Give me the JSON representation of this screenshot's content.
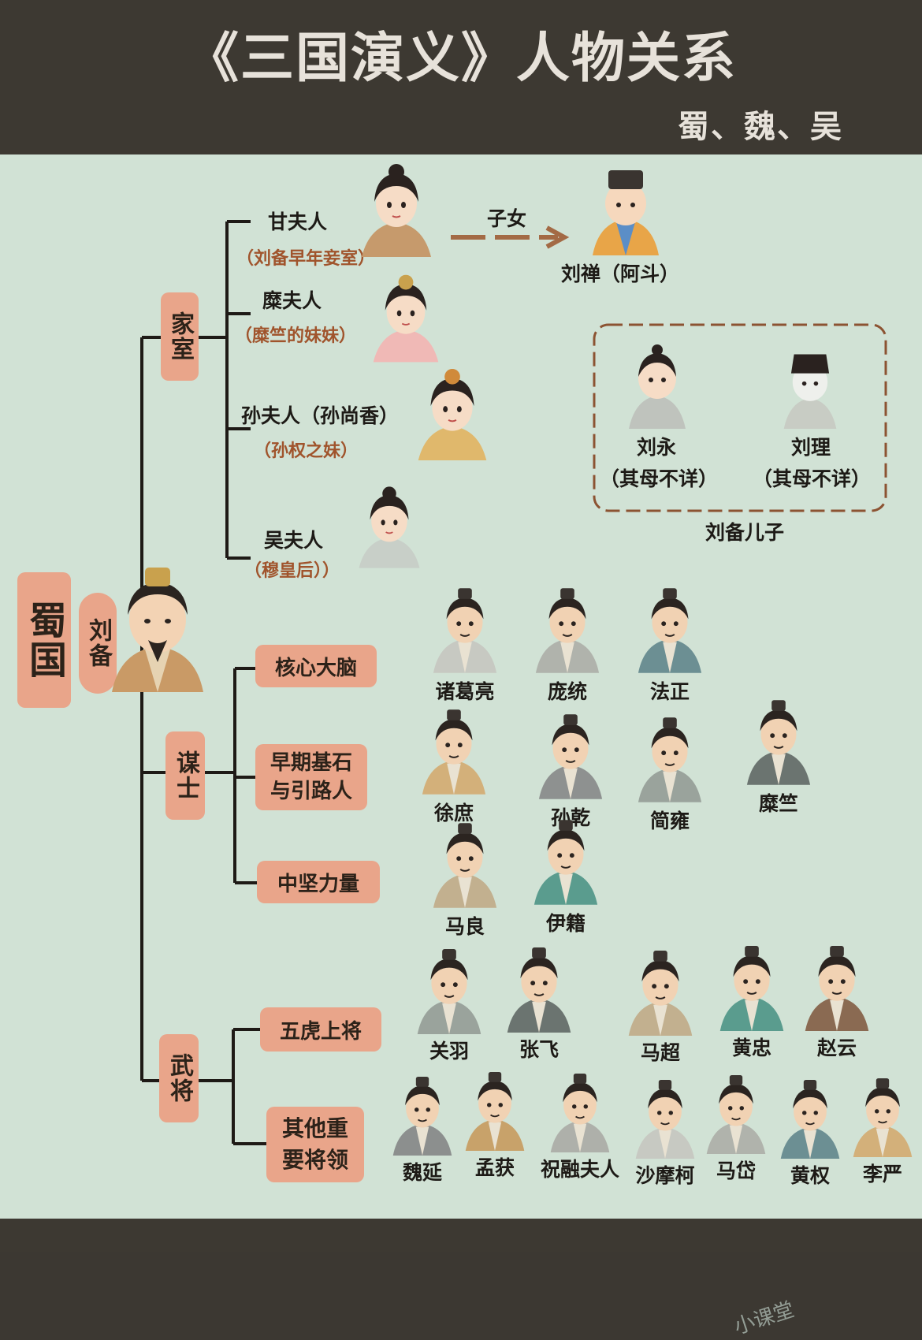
{
  "header": {
    "title": "《三国演义》人物关系",
    "subtitle": "蜀、魏、吴"
  },
  "root": {
    "kingdom": "蜀国",
    "ruler": "刘备"
  },
  "family": {
    "label": "家室",
    "wives": [
      {
        "name": "甘夫人",
        "note": "（刘备早年妾室）"
      },
      {
        "name": "糜夫人",
        "note": "（糜竺的妹妹）"
      },
      {
        "name": "孙夫人（孙尚香）",
        "note": "（孙权之妹）"
      },
      {
        "name": "吴夫人",
        "note": "（穆皇后））"
      }
    ],
    "children_label": "子女",
    "child": "刘禅（阿斗）",
    "sons": [
      {
        "name": "刘永",
        "note": "（其母不详）"
      },
      {
        "name": "刘理",
        "note": "（其母不详）"
      }
    ],
    "sons_caption": "刘备儿子"
  },
  "advisors": {
    "label": "谋士",
    "groups": [
      {
        "label": "核心大脑",
        "members": [
          "诸葛亮",
          "庞统",
          "法正"
        ]
      },
      {
        "label": "早期基石与引路人",
        "label_line1": "早期基石",
        "label_line2": "与引路人",
        "members": [
          "徐庶",
          "孙乾",
          "简雍",
          "糜竺"
        ]
      },
      {
        "label": "中坚力量",
        "members": [
          "马良",
          "伊籍"
        ]
      }
    ]
  },
  "generals": {
    "label": "武将",
    "groups": [
      {
        "label": "五虎上将",
        "members": [
          "关羽",
          "张飞",
          "马超",
          "黄忠",
          "赵云"
        ]
      },
      {
        "label": "其他重要将领",
        "label_line1": "其他重",
        "label_line2": "要将领",
        "members": [
          "魏延",
          "孟获",
          "祝融夫人",
          "沙摩柯",
          "马岱",
          "黄权",
          "李严"
        ]
      }
    ]
  },
  "watermark": "小课堂",
  "colors": {
    "box": "#e9a58a",
    "line": "#1e1a16",
    "background": "#d1e2d5",
    "header": "#3d3932",
    "note": "#a0542c",
    "arrow": "#a36a45"
  }
}
